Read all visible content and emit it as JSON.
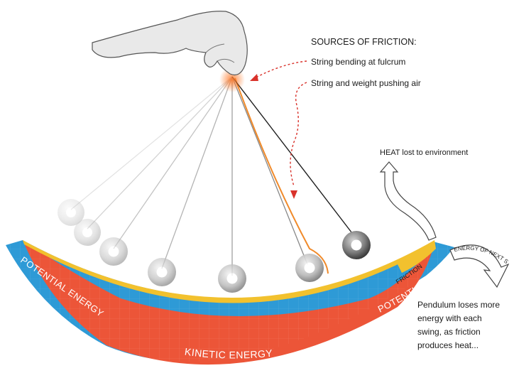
{
  "title": "SOURCES OF FRICTION:",
  "sources": [
    "String bending at fulcrum",
    "String and weight pushing air"
  ],
  "heat_label": "HEAT lost to environment",
  "bands": {
    "kinetic": "KINETIC ENERGY",
    "potential_left": "POTENTIAL ENERGY",
    "potential_right": "POTENTIAL ENERGY",
    "friction": "FRICTION"
  },
  "next_swing_label": "ENERGY OF NEXT SWING",
  "caption_lines": [
    "Pendulum loses more",
    "energy with each",
    "swing, as friction",
    "produces heat..."
  ],
  "colors": {
    "potential": "#2e9ad6",
    "kinetic": "#ec5538",
    "friction": "#f2c12e",
    "accent_dash": "#d9322b",
    "string_hot": "#f08a2a"
  },
  "icons": [
    "hand-icon",
    "pendulum-bob-icon",
    "heat-arrow-icon",
    "next-swing-arrow-icon"
  ]
}
